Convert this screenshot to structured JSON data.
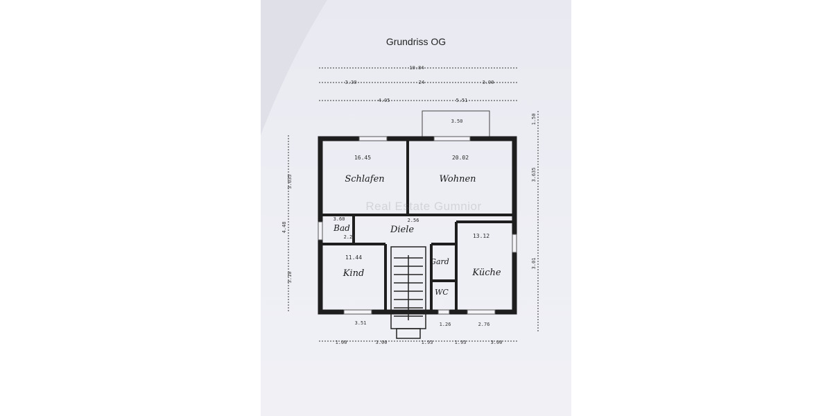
{
  "title": "Grundriss OG",
  "watermark": "Real Estate Gumnior",
  "rooms": {
    "schlafen": {
      "label": "Schlafen",
      "area": "16.45"
    },
    "wohnen": {
      "label": "Wohnen",
      "area": "20.02"
    },
    "bad": {
      "label": "Bad",
      "area": "3.60",
      "area2": "2.25"
    },
    "diele": {
      "label": "Diele",
      "area": "2.56"
    },
    "kind": {
      "label": "Kind",
      "area": "11.44"
    },
    "kueche": {
      "label": "Küche",
      "area": "13.12"
    },
    "gard": {
      "label": "Gard"
    },
    "wc": {
      "label": "WC"
    }
  },
  "dimensions": {
    "overall": "10.84",
    "top_left": "3.30",
    "top_mid": "24",
    "top_right": "3.90",
    "second_left": "4.05",
    "second_right": "5.51",
    "balcony": "3.50",
    "right_top": "1.50",
    "right_mid": "3.635",
    "right_low": "3.01",
    "left_top": "3.635",
    "left_mid": "4.48",
    "left_low": "3.10",
    "bottom_1": "1.00",
    "bottom_2": "3.00",
    "bottom_3": "1.93",
    "bottom_4": "1.93",
    "bottom_5": "3.00",
    "bottom_inner_left": "3.51",
    "bottom_inner_mid": "1.26",
    "bottom_inner_right": "2.76"
  }
}
